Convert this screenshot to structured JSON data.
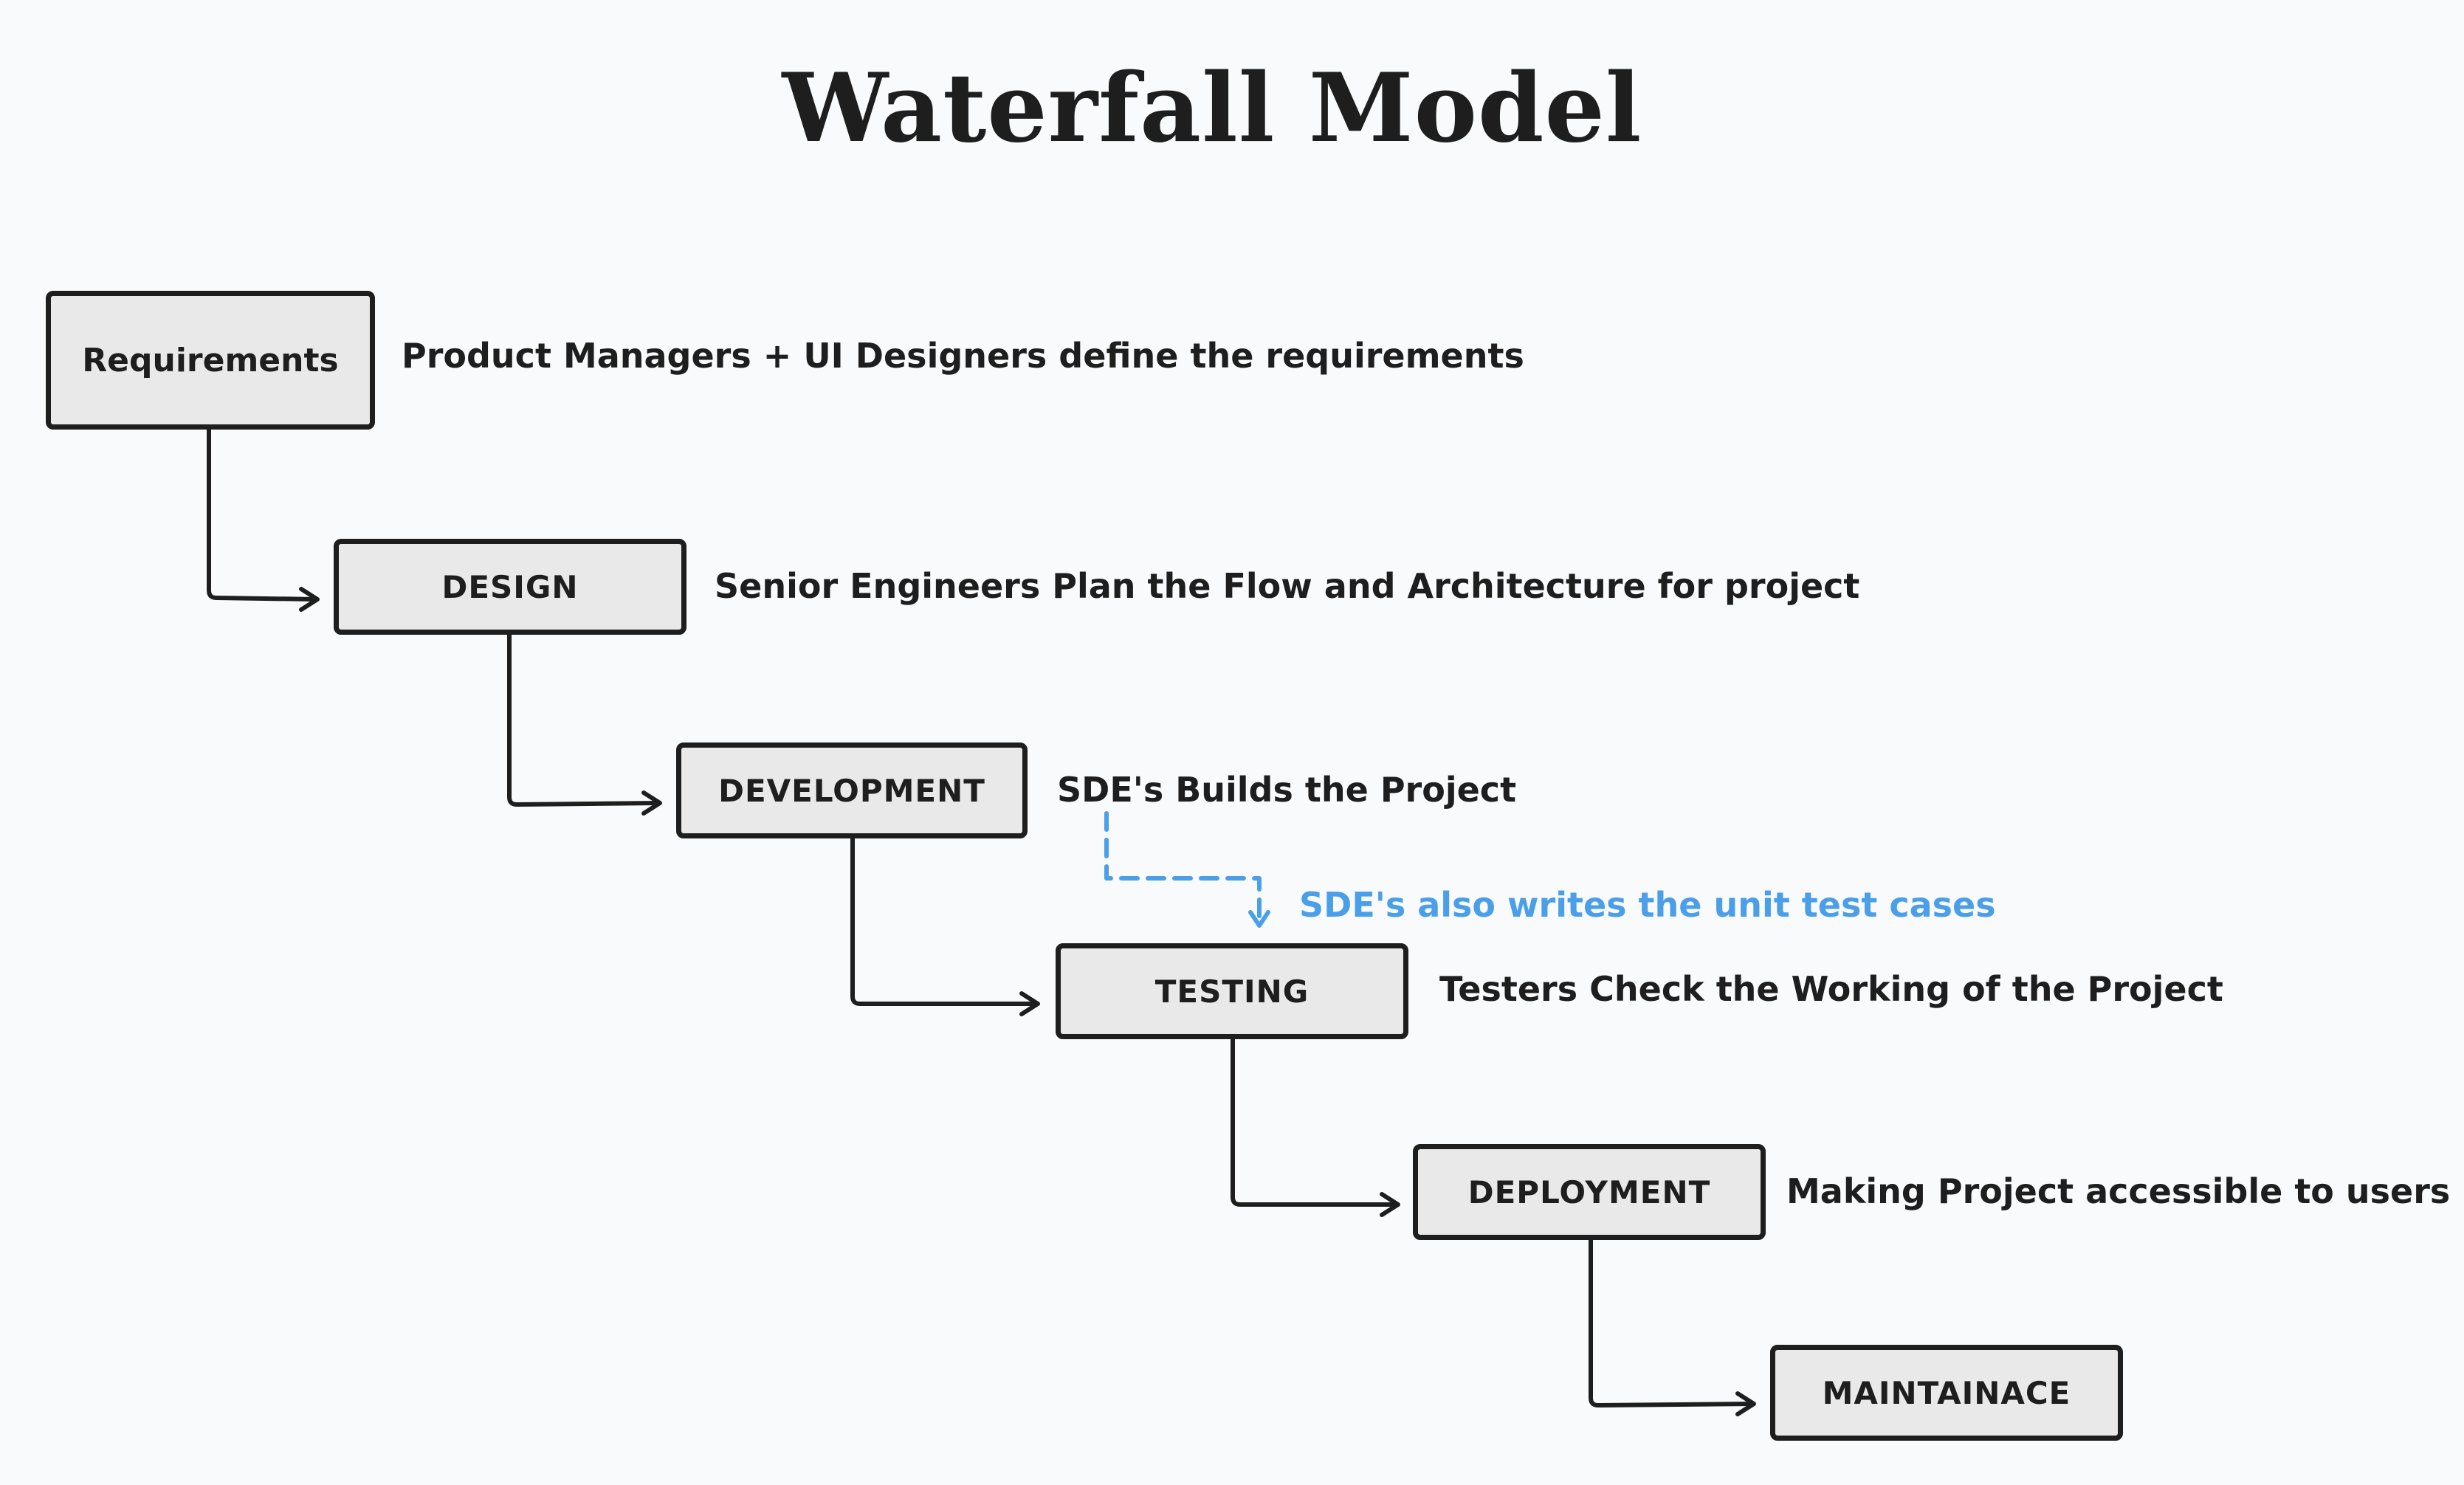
{
  "title": "Waterfall Model",
  "colors": {
    "background": "#f9fafb",
    "box_fill": "#e9e9e9",
    "stroke": "#1e1e1e",
    "note": "#4a9fe8"
  },
  "phases": [
    {
      "label": "Requirements",
      "description": "Product Managers + UI Designers define the requirements"
    },
    {
      "label": "DESIGN",
      "description": "Senior Engineers Plan the Flow and Architecture for project"
    },
    {
      "label": "DEVELOPMENT",
      "description": "SDE's Builds the Project"
    },
    {
      "label": "TESTING",
      "description": "Testers Check the Working of the Project"
    },
    {
      "label": "DEPLOYMENT",
      "description": "Making Project accessible to users"
    },
    {
      "label": "MAINTAINACE",
      "description": ""
    }
  ],
  "note": "SDE's also writes the unit test cases"
}
